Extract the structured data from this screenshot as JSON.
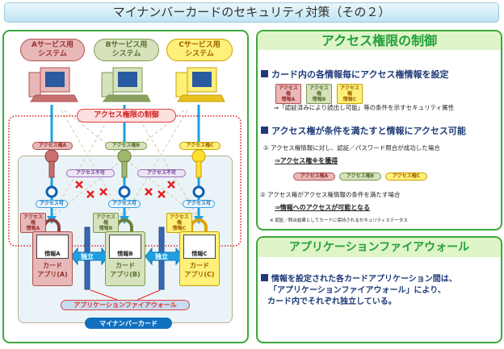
{
  "title": "マイナンバーカードのセキュリティ対策（その２）",
  "diagram": {
    "systems": [
      {
        "label1": "Aサービス用",
        "label2": "システム"
      },
      {
        "label1": "Bサービス用",
        "label2": "システム"
      },
      {
        "label1": "Cサービス用",
        "label2": "システム"
      }
    ],
    "control_label": "アクセス権限の制御",
    "keys": [
      "アクセス権A",
      "アクセス権B",
      "アクセス権C"
    ],
    "denied": "アクセス不可",
    "allowed": "アクセス可",
    "access_info": [
      {
        "l1": "アクセス権",
        "l2": "情報A"
      },
      {
        "l1": "アクセス権",
        "l2": "情報B"
      },
      {
        "l1": "アクセス権",
        "l2": "情報C"
      }
    ],
    "apps": [
      {
        "info": "情報A",
        "l1": "カード",
        "l2": "アプリ(A)"
      },
      {
        "info": "情報B",
        "l1": "カード",
        "l2": "アプリ(B)"
      },
      {
        "info": "情報C",
        "l1": "カード",
        "l2": "アプリ(C)"
      }
    ],
    "independent": "独立",
    "firewall": "アプリケーションファイアウォール",
    "card": "マイナンバーカード",
    "colors": {
      "a": "#e8b8b8",
      "b": "#d6e2bc",
      "c": "#fff07a",
      "line": "#1ea0e0"
    }
  },
  "access": {
    "heading": "アクセス権限の制御",
    "s1": "カード内の各情報毎にアクセス権情報を設定",
    "s1_badges": [
      {
        "l1": "アクセス権",
        "l2": "情報A"
      },
      {
        "l1": "アクセス権",
        "l2": "情報B"
      },
      {
        "l1": "アクセス権",
        "l2": "情報C"
      }
    ],
    "s1_note": "⇒「認証済みにより読出し可能」等の条件を示すセキュリティ属性",
    "s2": "アクセス権が条件を満たすと情報にアクセス可能",
    "c1": "① アクセス権情報に対し、認証／パスワード照合が成功した場合",
    "c1_result": "⇒アクセス権※を獲得",
    "c1_badges": [
      "アクセス権A",
      "アクセス権B",
      "アクセス権C"
    ],
    "c2": "② アクセス権がアクセス権情報の条件を満たす場合",
    "c2_result": "⇒情報へのアクセスが可能となる",
    "footnote": "※ 認証／照合結果としてカードに保持されるセキュリティステータス"
  },
  "firewall": {
    "heading": "アプリケーションファイアウォール",
    "l1": "情報を設定された各カードアプリケーション間は、",
    "l2": "「アプリケーションファイアウォール」により、",
    "l3": "カード内でそれぞれ独立している。"
  }
}
